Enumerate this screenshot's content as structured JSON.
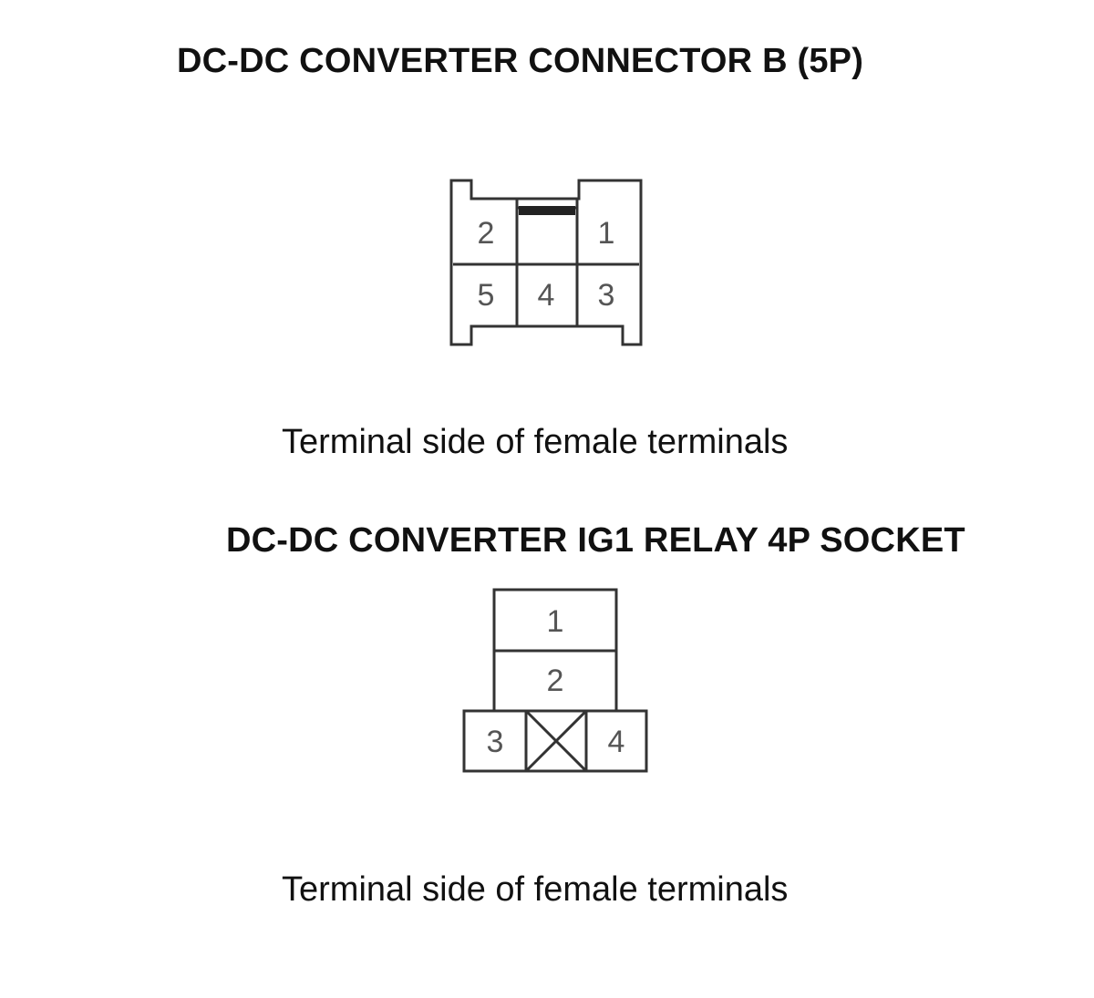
{
  "connector_b": {
    "title": "DC-DC CONVERTER CONNECTOR B (5P)",
    "caption": "Terminal side of female terminals",
    "pins": {
      "p1": "1",
      "p2": "2",
      "p3": "3",
      "p4": "4",
      "p5": "5"
    }
  },
  "relay_socket": {
    "title": "DC-DC CONVERTER IG1 RELAY 4P SOCKET",
    "caption": "Terminal side of female terminals",
    "pins": {
      "p1": "1",
      "p2": "2",
      "p3": "3",
      "p4": "4"
    }
  },
  "colors": {
    "outline": "#333333",
    "pin_text": "#555555"
  }
}
